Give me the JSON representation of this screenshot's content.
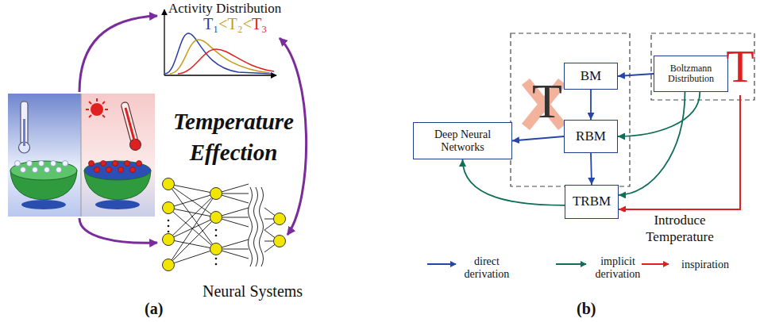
{
  "diagram": {
    "nodes": [
      {
        "text": [
          "Deep Neural Networks"
        ]
      },
      {
        "text": [
          "BM"
        ]
      },
      {
        "text": [
          "RBM"
        ]
      },
      {
        "text": [
          "TRBM"
        ]
      },
      {
        "text": [
          "Boltzmann Distribution"
        ]
      },
      {
        "text": [
          "T"
        ]
      }
    ],
    "edges": [
      {
        "from": 4,
        "to": 1,
        "arrow": "to"
      },
      {
        "from": 1,
        "to": 2,
        "arrow": "to"
      },
      {
        "from": 2,
        "to": 0,
        "arrow": "to"
      },
      {
        "from": 2,
        "to": 3,
        "arrow": "to"
      },
      {
        "from": 4,
        "to": 2,
        "arrow": "to"
      },
      {
        "from": 4,
        "to": 3,
        "arrow": "to"
      },
      {
        "from": 3,
        "to": 0,
        "arrow": "to"
      },
      {
        "from": 5,
        "to": 3,
        "label": "Introduce Temperature",
        "arrow": "to"
      }
    ],
    "labels": [
      "Activity Distribution",
      "T₁",
      "<T₂<",
      "T₃",
      "Temperature Effection",
      "Neural Systems",
      "(a)",
      "T",
      "(b)"
    ],
    "legend": [
      {
        "text": "direct derivation"
      },
      {
        "text": "implicit derivation"
      },
      {
        "text": "inspiration"
      }
    ]
  }
}
